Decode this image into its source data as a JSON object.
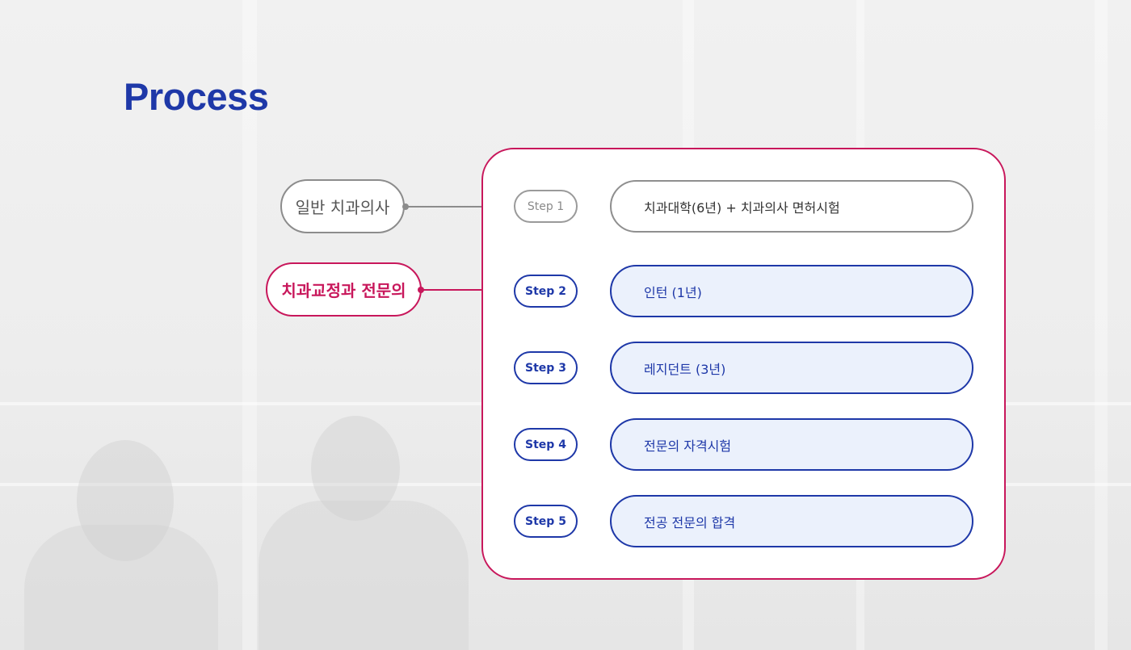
{
  "title": "Process",
  "tracks": {
    "general": "일반 치과의사",
    "orthodontic": "치과교정과 전문의"
  },
  "steps": [
    {
      "badge": "Step 1",
      "text": "치과대학(6년) + 치과의사 면허시험",
      "style": "gray"
    },
    {
      "badge": "Step 2",
      "text": "인턴 (1년)",
      "style": "blue"
    },
    {
      "badge": "Step 3",
      "text": "레지던트 (3년)",
      "style": "blue"
    },
    {
      "badge": "Step 4",
      "text": "전문의 자격시험",
      "style": "blue"
    },
    {
      "badge": "Step 5",
      "text": "전공 전문의 합격",
      "style": "blue"
    }
  ],
  "colors": {
    "title_blue": "#1e38a8",
    "accent_pink": "#c8175b",
    "gray": "#8c8c8c",
    "step_fill": "#ebf1fc"
  }
}
